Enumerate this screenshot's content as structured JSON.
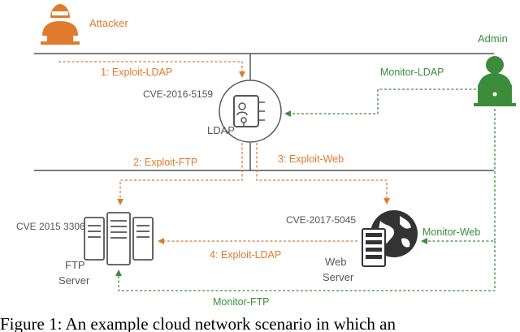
{
  "nodes": {
    "attacker": "Attacker",
    "admin": "Admin",
    "ldap_cve": "CVE-2016-5159",
    "ldap": "LDAP",
    "ftp_cve": "CVE 2015 3306",
    "ftp_line1": "FTP",
    "ftp_line2": "Server",
    "web_cve": "CVE-2017-5045",
    "web_line1": "Web",
    "web_line2": "Server"
  },
  "edges": {
    "exploit_ldap_1": "1: Exploit-LDAP",
    "exploit_ftp_2": "2: Exploit-FTP",
    "exploit_web_3": "3: Exploit-Web",
    "exploit_ldap_4": "4: Exploit-LDAP",
    "monitor_ldap": "Monitor-LDAP",
    "monitor_web": "Monitor-Web",
    "monitor_ftp": "Monitor-FTP"
  },
  "caption": "Figure 1: An example cloud network scenario in which an",
  "colors": {
    "attack": "#e07a2c",
    "monitor": "#3c8c3c",
    "network_line": "#555555"
  },
  "icons": {
    "attacker": "hacker-icon",
    "admin": "admin-icon",
    "ldap": "ldap-directory-icon",
    "ftp": "server-rack-icon",
    "web": "web-server-globe-icon"
  }
}
